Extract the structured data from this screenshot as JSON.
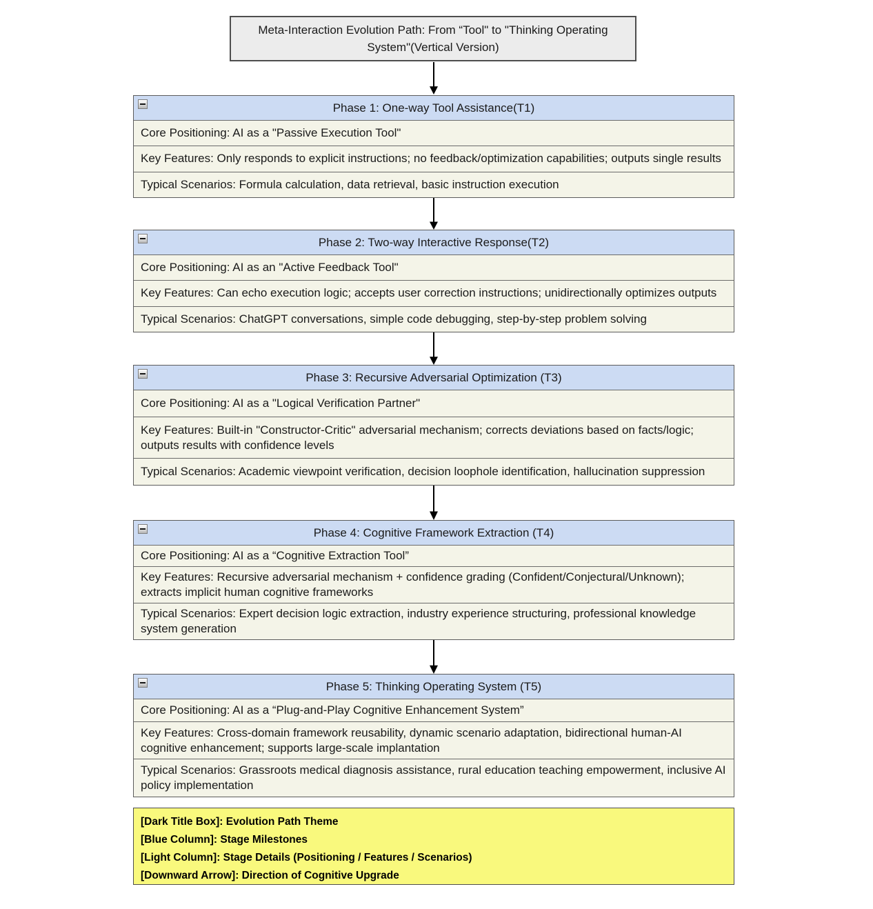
{
  "title": {
    "text": "Meta-Interaction Evolution Path: From “Tool\" to \"Thinking Operating System\"(Vertical Version)"
  },
  "phases": [
    {
      "header": "Phase 1: One-way Tool Assistance(T1)",
      "rows": [
        "Core Positioning: AI as a \"Passive Execution Tool\"",
        "Key Features: Only responds to explicit instructions; no feedback/optimization capabilities; outputs single results",
        "Typical Scenarios: Formula calculation, data retrieval, basic instruction execution"
      ]
    },
    {
      "header": "Phase 2: Two-way Interactive Response(T2)",
      "rows": [
        "Core Positioning: AI as an \"Active Feedback Tool\"",
        "Key Features: Can echo execution logic; accepts user correction instructions; unidirectionally optimizes outputs",
        "Typical Scenarios: ChatGPT conversations, simple code debugging, step-by-step problem solving"
      ]
    },
    {
      "header": "Phase 3: Recursive Adversarial Optimization (T3)",
      "rows": [
        "Core Positioning: AI as a \"Logical Verification Partner\"",
        "Key Features: Built-in \"Constructor-Critic\" adversarial mechanism; corrects deviations based on facts/logic; outputs results with confidence levels",
        "Typical Scenarios: Academic viewpoint verification, decision loophole identification, hallucination suppression"
      ]
    },
    {
      "header": "Phase 4: Cognitive Framework Extraction (T4)",
      "rows": [
        "Core Positioning: AI as a “Cognitive Extraction Tool”",
        "Key Features: Recursive adversarial mechanism + confidence grading (Confident/Conjectural/Unknown); extracts implicit human cognitive frameworks",
        "Typical Scenarios: Expert decision logic extraction, industry experience structuring, professional knowledge system generation"
      ]
    },
    {
      "header": "Phase 5: Thinking Operating System (T5)",
      "rows": [
        "Core Positioning: AI as a “Plug-and-Play Cognitive Enhancement System”",
        "Key Features: Cross-domain framework reusability, dynamic scenario adaptation, bidirectional human-AI cognitive enhancement; supports large-scale implantation",
        "Typical Scenarios: Grassroots medical diagnosis assistance, rural education teaching empowerment, inclusive AI policy implementation"
      ]
    }
  ],
  "legend": {
    "lines": [
      "[Dark Title Box]: Evolution Path Theme",
      "[Blue Column]: Stage Milestones",
      "[Light Column]: Stage Details (Positioning / Features / Scenarios)",
      "[Downward Arrow]: Direction of Cognitive Upgrade"
    ]
  },
  "icons": {
    "collapse-icon": "⊟",
    "down-arrow-icon": "↓"
  },
  "colors": {
    "title-box-bg": "#ececec",
    "title-box-border": "#4d4d4d",
    "phase-header-bg": "#ccdbf3",
    "phase-row-bg": "#f4f4e8",
    "box-border": "#5b5b5b",
    "row-border": "#6a6a6a",
    "legend-bg": "#f9f97d",
    "legend-border": "#4d4d4d",
    "arrow-color": "#000000",
    "text-color": "#1a1a1a"
  }
}
